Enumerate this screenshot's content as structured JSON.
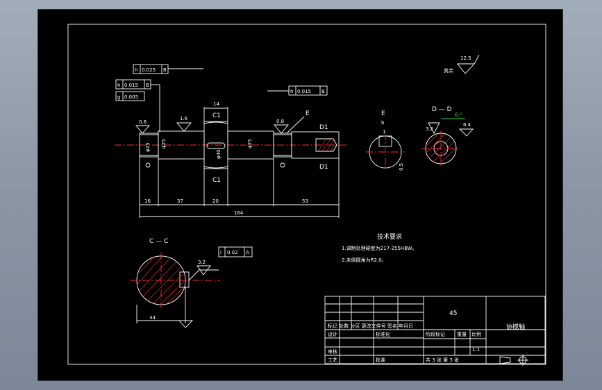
{
  "drawing": {
    "tolerance_boxes": [
      {
        "symbol": "h",
        "value": "0.025",
        "datum": "B"
      },
      {
        "symbol": "h",
        "value": "0.015",
        "datum": "B"
      },
      {
        "symbol": "g",
        "value": "0.005",
        "datum": ""
      },
      {
        "symbol": "h",
        "value": "0.015",
        "datum": "B"
      },
      {
        "symbol": "i",
        "value": "0.02",
        "datum": "A"
      }
    ],
    "roughness_other": "其余",
    "roughness_other_value": "12.5",
    "roughness_values": [
      "0.8",
      "1.6",
      "0.8",
      "3.2",
      "6.4",
      "3.2"
    ],
    "section_labels": {
      "d1_top": "D1",
      "d1_bottom": "D1",
      "c1_top": "C1",
      "c1_bottom": "C1",
      "e": "E",
      "e_view": "E",
      "dd": "D — D",
      "cc": "C — C"
    },
    "diameters": [
      "φ25",
      "φ25",
      "φ40",
      "φ25"
    ],
    "dimensions": {
      "d14": "14",
      "d16": "16",
      "d37": "37",
      "d20": "20",
      "d53": "53",
      "d164": "164",
      "d05": "0.5",
      "d34": "34",
      "b": "b",
      "one": "1"
    },
    "tech_requirements": {
      "title": "技术要求",
      "item1": "1.调制处理硬度为217-255HBW。",
      "item2": "2.未倒圆角为R2.0。"
    },
    "title_block": {
      "material": "45",
      "part_name": "协搅轴",
      "scale": "1:1",
      "revision_header": "标记 处数 分区 更改文件号 签名 年月日",
      "design": "设计",
      "standardize": "标准化",
      "stage_mark": "阶段标记",
      "weight": "重量",
      "scale_label": "比例",
      "review": "审核",
      "process": "工艺",
      "approve": "批准",
      "sheets": "共 3 张  第 3 张"
    }
  }
}
